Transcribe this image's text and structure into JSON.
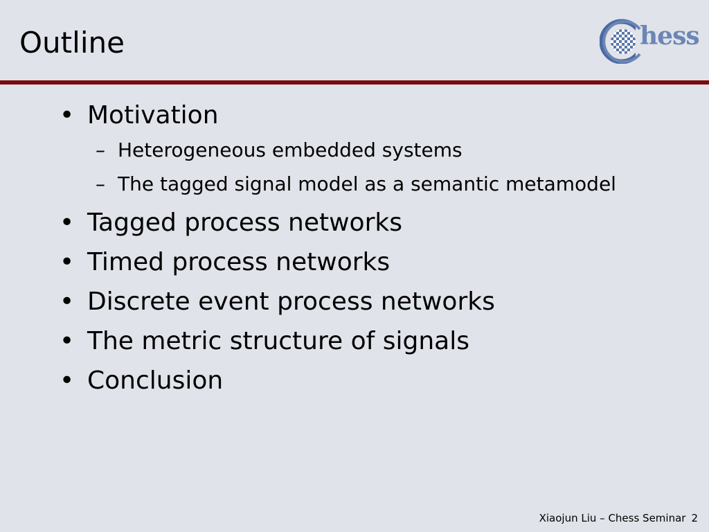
{
  "slide": {
    "title": "Outline",
    "logo_text": "hess",
    "bullet_glyph": "•",
    "dash_glyph": "–",
    "items": [
      {
        "text": "Motivation",
        "subitems": [
          "Heterogeneous embedded systems",
          "The tagged signal model as a semantic metamodel"
        ]
      },
      {
        "text": "Tagged process networks"
      },
      {
        "text": "Timed process networks"
      },
      {
        "text": "Discrete event process networks"
      },
      {
        "text": "The metric structure of signals"
      },
      {
        "text": "Conclusion"
      }
    ],
    "footer": {
      "text": "Xiaojun Liu – Chess Seminar",
      "page_number": "2"
    }
  },
  "colors": {
    "background": "#e1e3ea",
    "title_rule": "#7a0c0c",
    "logo_blue": "#6c86b4",
    "logo_ring": "#4a6aa4"
  }
}
